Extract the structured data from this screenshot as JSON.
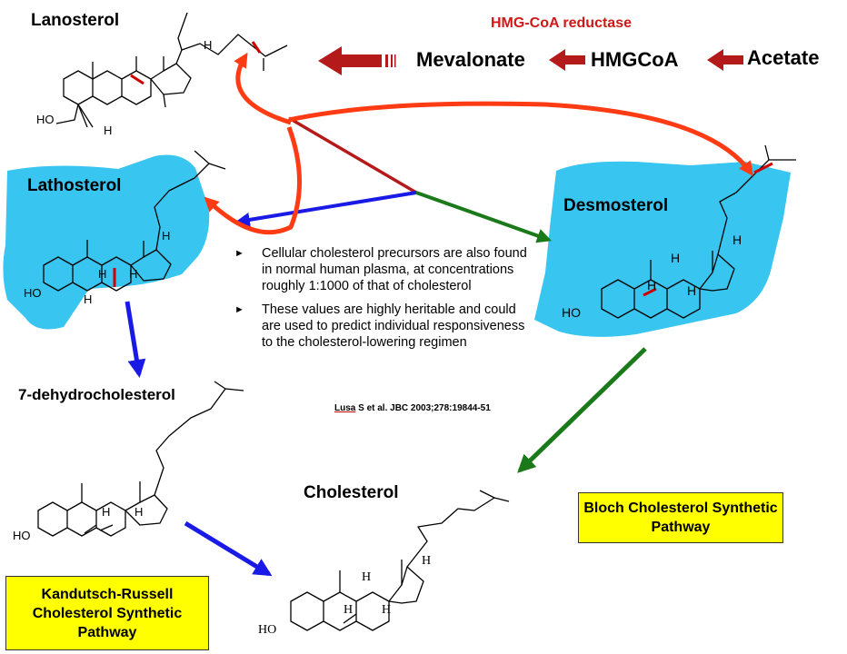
{
  "labels": {
    "lanosterol": "Lanosterol",
    "lathosterol": "Lathosterol",
    "dehydro": "7-dehydrocholesterol",
    "desmosterol": "Desmosterol",
    "cholesterol": "Cholesterol",
    "hmg_reductase": "HMG-CoA reductase",
    "mevalonate": "Mevalonate",
    "hmgcoa": "HMGCoA",
    "acetate": "Acetate"
  },
  "bullets": [
    "Cellular cholesterol precursors are also found in normal human plasma, at concentrations roughly 1:1000 of that of cholesterol",
    "These values are highly heritable and could are used to predict individual responsiveness to the cholesterol-lowering regimen"
  ],
  "bullet_marker": "►",
  "reference": {
    "author": "Lusa",
    "rest": " S et al. JBC 2003;278:19844-51"
  },
  "boxes": {
    "bloch": "Bloch Cholesterol Synthetic Pathway",
    "kandutsch": "Kandutsch-Russell Cholesterol Synthetic Pathway"
  },
  "chem": {
    "ho": "HO",
    "h": "H"
  },
  "colors": {
    "red": "#b51a1a",
    "orange": "#ff3b14",
    "blue": "#1a1ae6",
    "green": "#1a7a1a",
    "cyan": "#38c5f0",
    "yellow": "#ffff00"
  }
}
